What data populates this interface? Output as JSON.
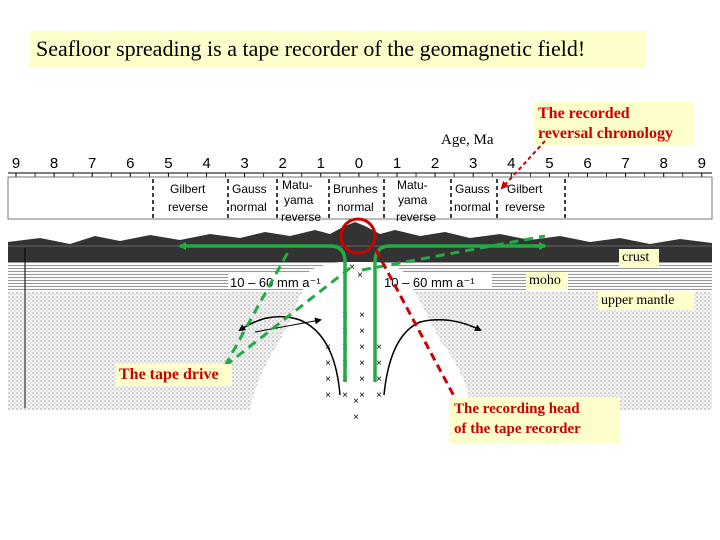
{
  "title": "Seafloor spreading is a tape recorder of the geomagnetic field!",
  "age_label": "Age, Ma",
  "age_ticks": [
    "9",
    "8",
    "7",
    "6",
    "5",
    "4",
    "3",
    "2",
    "1",
    "0",
    "1",
    "2",
    "3",
    "4",
    "5",
    "6",
    "7",
    "8",
    "9"
  ],
  "epochs": {
    "gilbert_left": [
      "Gilbert",
      "reverse"
    ],
    "gauss_left": [
      "Gauss",
      "normal"
    ],
    "matuyama_left": [
      "Matu-",
      "yama",
      "reverse"
    ],
    "brunhes": [
      "Brunhes",
      "normal"
    ],
    "matuyama_right": [
      "Matu-",
      "yama",
      "reverse"
    ],
    "gauss_right": [
      "Gauss",
      "normal"
    ],
    "gilbert_right": [
      "Gilbert",
      "reverse"
    ]
  },
  "spreading_rate": {
    "left": "10 – 60 mm a⁻¹",
    "right": "10 – 60 mm a⁻¹"
  },
  "labels": {
    "crust": "crust",
    "moho": "moho",
    "upper_mantle": "upper mantle"
  },
  "callouts": {
    "recorded_chronology": [
      "The recorded",
      "reversal chronology"
    ],
    "tape_drive": "The tape drive",
    "recording_head": [
      "The recording head",
      "of the tape recorder"
    ]
  },
  "colors": {
    "title_bg": "#ffffcc",
    "callout_text": "#cc0000",
    "arrow_green": "#22aa44",
    "arrow_red": "#cc0000"
  }
}
